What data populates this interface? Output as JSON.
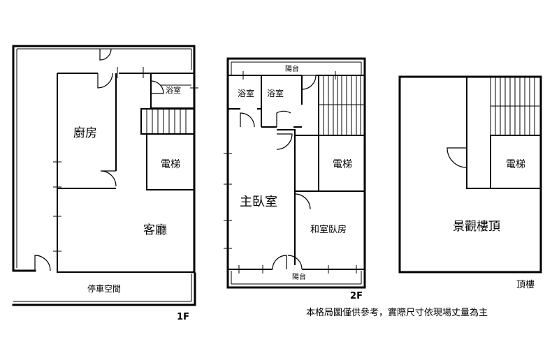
{
  "floor_1": {
    "kitchen": "廚房",
    "bathroom": "浴室",
    "elevator": "電梯",
    "living_room": "客廳",
    "parking": "停車空間",
    "floor_label": "1F"
  },
  "floor_2": {
    "balcony_top": "陽台",
    "bathroom_left": "浴室",
    "bathroom_right": "浴室",
    "elevator": "電梯",
    "master_bedroom": "主臥室",
    "tatami_bedroom": "和室臥房",
    "balcony_bottom": "陽台",
    "floor_label": "2F"
  },
  "roof": {
    "elevator": "電梯",
    "terrace": "景觀樓頂",
    "floor_label": "頂樓"
  },
  "disclaimer": "本格局圖僅供參考，實際尺寸依現場丈量為主"
}
